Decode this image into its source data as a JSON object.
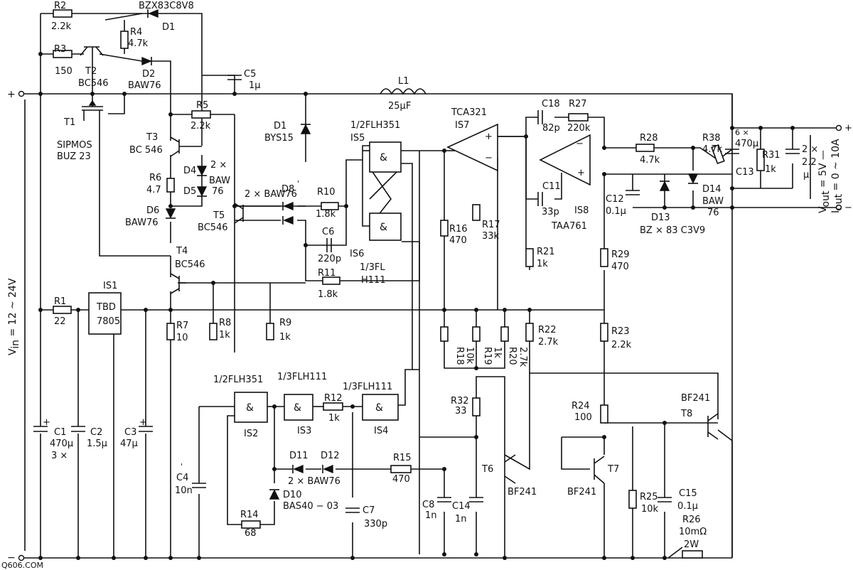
{
  "labels": {
    "r2": "R2",
    "r2_val": "2.2k",
    "zener_top": "BZX83C8V8",
    "d1_top": "D1",
    "r4": "R4",
    "r4_val": "4.7k",
    "r3": "R3",
    "r3_val": "150",
    "t2": "T2",
    "t2_type": "BC546",
    "d2": "D2",
    "d2_type": "BAW76",
    "c5": "C5",
    "c5_val": "1μ",
    "l1": "L1",
    "l1_val": "25μF",
    "plus": "+",
    "minus": "−",
    "t1": "T1",
    "t1_type": "SIPMOS",
    "t1_part": "BUZ 23",
    "r5": "R5",
    "r5_val": "2.2k",
    "t3": "T3",
    "t3_type": "BC 546",
    "d1": "D1",
    "d1_type": "BYS15",
    "d4": "D4",
    "d4d5_pre": "2 ×",
    "d4d5_baw": "BAW",
    "d5": "D5",
    "d4d5_num": "76",
    "r6": "R6",
    "r6_val": "4.7",
    "d8": "D8",
    "d8_sup": "'",
    "r10": "R10",
    "r10_val": "1.8k",
    "t5_pair": "2 × BAW76",
    "t5": "T5",
    "t5_type": "BC546",
    "d6": "D6",
    "d6_type": "BAW76",
    "t4": "T4",
    "t4_type": "BC546",
    "c6": "C6",
    "c6_val": "220p",
    "r11": "R11",
    "r11_val": "1.8k",
    "is5_part": "1/2FLH351",
    "is5": "IS5",
    "is6": "IS6",
    "is6_part_a": "1/3FL",
    "is6_part_b": "H111",
    "amp_sym": "&",
    "is7_type": "TCA321",
    "is7": "IS7",
    "c18": "C18",
    "c18_val": "82p",
    "r27": "R27",
    "r27_val": "220k",
    "r28": "R28",
    "r28_val": "4.7k",
    "r38": "R38",
    "r38_val": "4.7k",
    "c13_cap": "6 ×",
    "c13_val": "470μ",
    "c13": "C13",
    "r31": "R31",
    "r31_val": "1k",
    "c_out_count": "2 ×",
    "c_out_val": "2.2",
    "c_out_unit": "μ",
    "vout": "V",
    "vout_sub": "out",
    "vout_rest": " = 5V —",
    "iout": "I",
    "iout_sub": "out",
    "iout_rest": " = 0 ~ 10A",
    "c11": "C11",
    "c11_val": "33p",
    "is8": "IS8",
    "is8_type": "TAA761",
    "c12": "C12",
    "c12_val": "0.1μ",
    "d13": "D13",
    "d13_type": "BZ × 83 C3V9",
    "d14": "D14",
    "d14_type_a": "BAW",
    "d14_type_b": "76",
    "r16": "R16",
    "r16_val": "470",
    "r17": "R17",
    "r17_val": "33k",
    "r21": "R21",
    "r21_val": "1k",
    "r29": "R29",
    "r29_val": "470",
    "vin": "V",
    "vin_sub": "in",
    "vin_rest": " = 12 ~ 24V",
    "r1": "R1",
    "r1_val": "22",
    "is1": "IS1",
    "is1_type_a": "TBD",
    "is1_type_b": "7805",
    "r7": "R7",
    "r7_val": "10",
    "r8": "R8",
    "r8_val": "1k",
    "r9": "R9",
    "r9_val": "1k",
    "r18": "R18",
    "r18_val": "10k",
    "r19": "R19",
    "r19_val": "1k",
    "r20": "R20",
    "r20_val": "2.7k",
    "r22": "R22",
    "r22_val": "2.7k",
    "r23": "R23",
    "r23_val": "2.2k",
    "is2_part": "1/2FLH351",
    "is3_part": "1/3FLH111",
    "is4_part": "1/3FLH111",
    "is2": "IS2",
    "is3": "IS3",
    "is4": "IS4",
    "r12": "R12",
    "r12_val": "1k",
    "r32": "R32",
    "r32_val": "33",
    "bf241_t8": "BF241",
    "t8": "T8",
    "r24": "R24",
    "r24_val": "100",
    "c1": "C1",
    "c1_val": "470μ",
    "c1_count": "3 ×",
    "c2": "C2",
    "c2_val": "1.5μ",
    "c3": "C3",
    "c3_val": "47μ",
    "c4": "C4",
    "c4_sup": "'",
    "c4_val": "10n",
    "d11": "D11",
    "d12": "D12",
    "d11d12_type": "2 × BAW76",
    "r15": "R15",
    "r15_val": "470",
    "d10": "D10",
    "d10_type": "BAS40 − 03",
    "c7": "C7",
    "c7_val": "330p",
    "c8": "C8",
    "c8_val": "1n",
    "c14": "C14",
    "c14_val": "1n",
    "t6": "T6",
    "t6_type": "BF241",
    "t7": "T7",
    "t7_type": "BF241",
    "r25": "R25",
    "r25_val": "10k",
    "c15": "C15",
    "c15_val": "0.1μ",
    "r26": "R26",
    "r26_val": "10mΩ",
    "r26_pwr": "2W",
    "r14": "R14",
    "r14_val": "68",
    "watermark": "Q606.COM"
  }
}
